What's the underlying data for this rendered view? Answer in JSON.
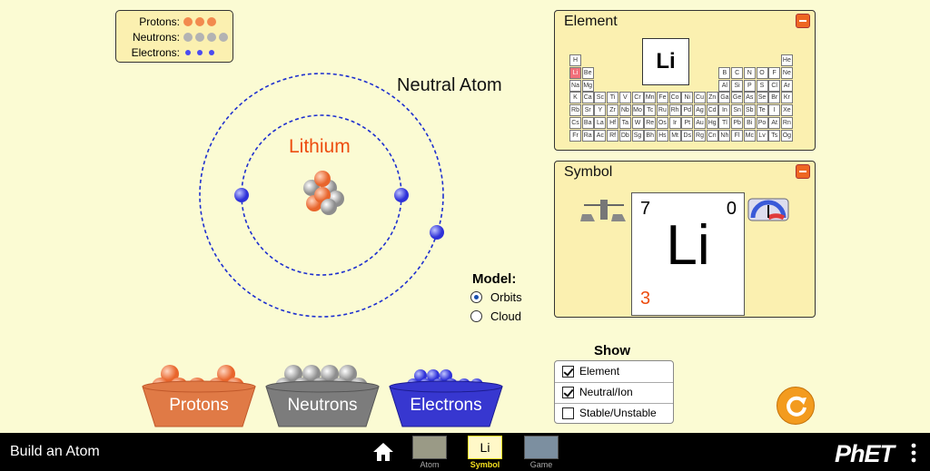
{
  "legend": {
    "rows": [
      {
        "label": "Protons:",
        "count": 3,
        "color": "#f28a4e"
      },
      {
        "label": "Neutrons:",
        "count": 4,
        "color": "#b3b3b3"
      },
      {
        "label": "Electrons:",
        "count": 3,
        "color": "#4b4bf0"
      }
    ]
  },
  "atom": {
    "status": "Neutral Atom",
    "element_name": "Lithium"
  },
  "model": {
    "title": "Model:",
    "options": [
      {
        "label": "Orbits",
        "selected": true
      },
      {
        "label": "Cloud",
        "selected": false
      }
    ]
  },
  "buckets": [
    {
      "label": "Protons",
      "color": "#e8794a"
    },
    {
      "label": "Neutrons",
      "color": "#8a8a8a"
    },
    {
      "label": "Electrons",
      "color": "#3535c8"
    }
  ],
  "element_panel": {
    "title": "Element",
    "selected_symbol": "Li",
    "table": [
      [
        "H",
        "",
        "",
        "",
        "",
        "",
        "",
        "",
        "",
        "",
        "",
        "",
        "",
        "",
        "",
        "",
        "",
        "He"
      ],
      [
        "Li",
        "Be",
        "",
        "",
        "",
        "",
        "",
        "",
        "",
        "",
        "",
        "",
        "B",
        "C",
        "N",
        "O",
        "F",
        "Ne"
      ],
      [
        "Na",
        "Mg",
        "",
        "",
        "",
        "",
        "",
        "",
        "",
        "",
        "",
        "",
        "Al",
        "Si",
        "P",
        "S",
        "Cl",
        "Ar"
      ],
      [
        "K",
        "Ca",
        "Sc",
        "Ti",
        "V",
        "Cr",
        "Mn",
        "Fe",
        "Co",
        "Ni",
        "Cu",
        "Zn",
        "Ga",
        "Ge",
        "As",
        "Se",
        "Br",
        "Kr"
      ],
      [
        "Rb",
        "Sr",
        "Y",
        "Zr",
        "Nb",
        "Mo",
        "Tc",
        "Ru",
        "Rh",
        "Pd",
        "Ag",
        "Cd",
        "In",
        "Sn",
        "Sb",
        "Te",
        "I",
        "Xe"
      ],
      [
        "Cs",
        "Ba",
        "La",
        "Hf",
        "Ta",
        "W",
        "Re",
        "Os",
        "Ir",
        "Pt",
        "Au",
        "Hg",
        "Tl",
        "Pb",
        "Bi",
        "Po",
        "At",
        "Rn"
      ],
      [
        "Fr",
        "Ra",
        "Ac",
        "Rf",
        "Db",
        "Sg",
        "Bh",
        "Hs",
        "Mt",
        "Ds",
        "Rg",
        "Cn",
        "Nh",
        "Fl",
        "Mc",
        "Lv",
        "Ts",
        "Og"
      ]
    ]
  },
  "symbol_panel": {
    "title": "Symbol",
    "mass_number": "7",
    "charge": "0",
    "symbol": "Li",
    "proton_number": "3"
  },
  "show": {
    "title": "Show",
    "options": [
      {
        "label": "Element",
        "checked": true
      },
      {
        "label": "Neutral/Ion",
        "checked": true
      },
      {
        "label": "Stable/Unstable",
        "checked": false
      }
    ]
  },
  "navbar": {
    "app_title": "Build an Atom",
    "screens": [
      {
        "label": "Atom",
        "active": false
      },
      {
        "label": "Symbol",
        "active": true
      },
      {
        "label": "Game",
        "active": false
      }
    ],
    "logo": "PhET"
  }
}
